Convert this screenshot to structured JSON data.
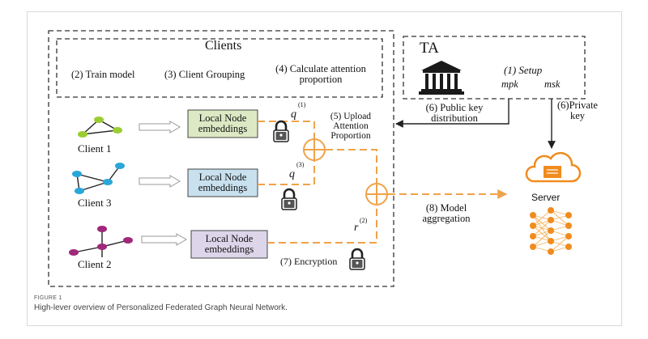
{
  "clients_box": {
    "title": "Clients",
    "steps": [
      "(2) Train model",
      "(3)  Client Grouping",
      "(4) Calculate attention proportion"
    ]
  },
  "ta": {
    "title": "TA",
    "setup": "(1) Setup",
    "mpk": "mpk",
    "msk": "msk"
  },
  "arrows": {
    "public_key": "(6) Public key distribution",
    "private_key": "(6)Private key",
    "upload": "(5) Upload Attention Proportion",
    "aggregation": "(8) Model aggregation",
    "encryption": "(7) Encryption"
  },
  "clients": [
    {
      "label": "Client 1",
      "embedding": "Local Node embeddings",
      "weight": "q",
      "sup": "(1)"
    },
    {
      "label": "Client 3",
      "embedding": "Local Node embeddings",
      "weight": "q",
      "sup": "(3)"
    },
    {
      "label": "Client 2",
      "embedding": "Local Node embeddings",
      "weight": "r",
      "sup": "(2)"
    }
  ],
  "server": {
    "label": "Server"
  },
  "colors": {
    "client1": "#9acd32",
    "client3": "#2aa7d9",
    "client2": "#a0287a",
    "emb1": "#dde8c4",
    "emb3": "#c9e1ee",
    "emb2": "#ddd6ea",
    "orange": "#f0a24a",
    "server": "#f08c1e"
  },
  "figure": {
    "label": "FIGURE 1",
    "caption": "High-lever overview of Personalized Federated Graph Neural Network."
  }
}
